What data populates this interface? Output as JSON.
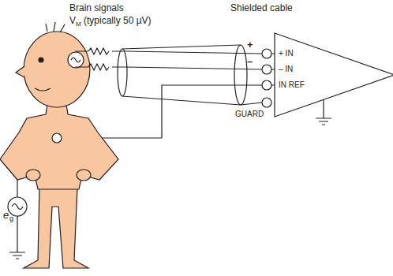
{
  "diagram": {
    "labels": [
      "Brain signals",
      "V",
      "M",
      "(typically 50 µV)",
      "Shielded cable",
      "+",
      "–",
      "+ IN",
      "– IN",
      "IN REF",
      "GUARD",
      "e",
      "g"
    ]
  }
}
